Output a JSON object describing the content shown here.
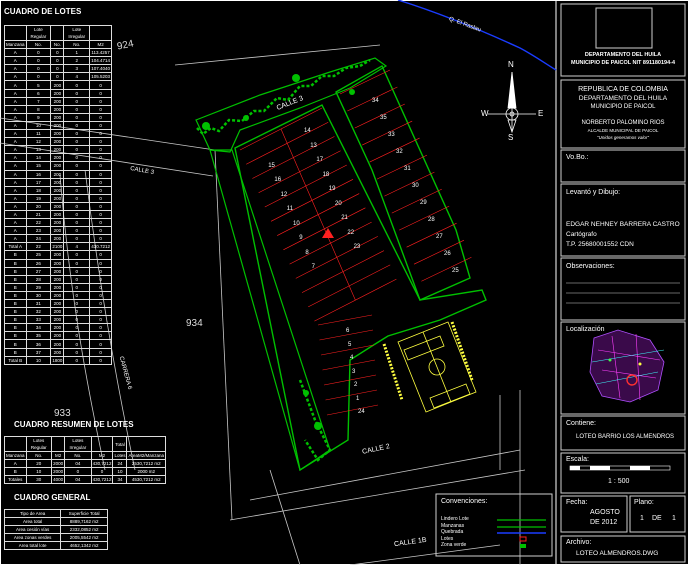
{
  "title_block": {
    "dept_line1": "DEPARTAMENTO DEL HUILA",
    "dept_line2": "MUNICIPIO DE PAICOL NIT 891180194-4",
    "country": "REPUBLICA DE COLOMBIA",
    "dept": "DEPARTAMENTO DEL HUILA",
    "municipality": "MUNICIPIO DE PAICOL",
    "mayor": "NORBERTO PALOMINO RIOS",
    "mayor_role": "ALCALDE MUNICIPAL DE PAICOL",
    "slogan": "\"Unidos generamos valor\"",
    "vobo_label": "Vo.Bo.:",
    "survey_label": "Levantó y Dibujo:",
    "surveyor": "EDGAR NEHNEY BARRERA CASTRO",
    "surveyor_role": "Cartógrafo",
    "surveyor_id": "T.P. 25680001552 CDN",
    "obs_label": "Observaciones:",
    "loc_label": "Localización",
    "content_label": "Contiene:",
    "content_value": "LOTEO BARRIO LOS ALMENDROS",
    "scale_label": "Escala:",
    "scale_value": "1 : 500",
    "date_label": "Fecha:",
    "date_month": "AGOSTO",
    "date_year": "DE 2012",
    "sheet_label": "Plano:",
    "sheet_num": "1",
    "sheet_de": "DE",
    "sheet_total": "1",
    "file_label": "Archivo:",
    "file_value": "LOTEO ALMENDROS.DWG"
  },
  "cuadro_lotes": {
    "title": "CUADRO DE LOTES",
    "header_top": [
      "",
      "Lote Regular",
      "",
      "Lote Irregular",
      ""
    ],
    "header_sub": [
      "Manzana",
      "No.",
      "No.",
      "No.",
      "M2"
    ],
    "rows": [
      [
        "A",
        "0",
        "0",
        "1",
        "113.4257"
      ],
      [
        "A",
        "0",
        "0",
        "2",
        "104.4714"
      ],
      [
        "A",
        "0",
        "0",
        "3",
        "107.4040"
      ],
      [
        "A",
        "0",
        "0",
        "4",
        "105.5203"
      ],
      [
        "A",
        "5",
        "200",
        "0",
        "0"
      ],
      [
        "A",
        "6",
        "200",
        "0",
        "0"
      ],
      [
        "A",
        "7",
        "200",
        "0",
        "0"
      ],
      [
        "A",
        "8",
        "200",
        "0",
        "0"
      ],
      [
        "A",
        "9",
        "200",
        "0",
        "0"
      ],
      [
        "A",
        "10",
        "200",
        "0",
        "0"
      ],
      [
        "A",
        "11",
        "200",
        "0",
        "0"
      ],
      [
        "A",
        "12",
        "200",
        "0",
        "0"
      ],
      [
        "A",
        "13",
        "200",
        "0",
        "0"
      ],
      [
        "A",
        "14",
        "200",
        "0",
        "0"
      ],
      [
        "A",
        "15",
        "200",
        "0",
        "0"
      ],
      [
        "A",
        "16",
        "200",
        "0",
        "0"
      ],
      [
        "A",
        "17",
        "200",
        "0",
        "0"
      ],
      [
        "A",
        "18",
        "200",
        "0",
        "0"
      ],
      [
        "A",
        "19",
        "200",
        "0",
        "0"
      ],
      [
        "A",
        "20",
        "200",
        "0",
        "0"
      ],
      [
        "A",
        "21",
        "200",
        "0",
        "0"
      ],
      [
        "A",
        "22",
        "200",
        "0",
        "0"
      ],
      [
        "A",
        "23",
        "200",
        "0",
        "0"
      ],
      [
        "A",
        "24",
        "200",
        "0",
        "0"
      ],
      [
        "Total A",
        "22",
        "2100",
        "4",
        "430.7212"
      ],
      [
        "B",
        "25",
        "200",
        "0",
        "0"
      ],
      [
        "B",
        "26",
        "200",
        "0",
        "0"
      ],
      [
        "B",
        "27",
        "200",
        "0",
        "0"
      ],
      [
        "B",
        "28",
        "200",
        "0",
        "0"
      ],
      [
        "B",
        "29",
        "200",
        "0",
        "0"
      ],
      [
        "B",
        "30",
        "200",
        "0",
        "0"
      ],
      [
        "B",
        "31",
        "200",
        "0",
        "0"
      ],
      [
        "B",
        "32",
        "200",
        "0",
        "0"
      ],
      [
        "B",
        "33",
        "200",
        "0",
        "0"
      ],
      [
        "B",
        "34",
        "200",
        "0",
        "0"
      ],
      [
        "B",
        "35",
        "200",
        "0",
        "0"
      ],
      [
        "B",
        "36",
        "200",
        "0",
        "0"
      ],
      [
        "B",
        "37",
        "200",
        "0",
        "0"
      ],
      [
        "Total B",
        "10",
        "1800",
        "0",
        "0"
      ]
    ]
  },
  "cuadro_resumen": {
    "title": "CUADRO RESUMEN DE LOTES",
    "header_top": [
      "",
      "Lotes Regular",
      "",
      "Lotes Irregular",
      "",
      "Total",
      ""
    ],
    "header_sub": [
      "Manzana",
      "No.",
      "M2",
      "No.",
      "M2",
      "Lotes",
      "AreaM2/Manzana"
    ],
    "rows": [
      [
        "A",
        "20",
        "2000",
        "04",
        "430,7212",
        "24",
        "2530,7212 m2"
      ],
      [
        "B",
        "10",
        "2000",
        "0",
        "0",
        "10",
        "2000 m2"
      ],
      [
        "Totales",
        "30",
        "4000",
        "04",
        "430,7212",
        "34",
        "4530,7212 m2"
      ]
    ]
  },
  "cuadro_general": {
    "title": "CUADRO GENERAL",
    "header": [
      "Tipo de Area",
      "Superficie Total"
    ],
    "rows": [
      [
        "Area total",
        "8889,7162 m2"
      ],
      [
        "Area cesión vías",
        "2332,0852 m2"
      ],
      [
        "Area zonas verdes",
        "2005,5542 m2"
      ],
      [
        "Area total lote",
        "4652,1342 m2"
      ]
    ]
  },
  "convenciones": {
    "title": "Convenciones:",
    "items": [
      {
        "label": "Lindero Lote",
        "color": "#00c000"
      },
      {
        "label": "Manzanas",
        "color": "#00c000"
      },
      {
        "label": "Quebrada",
        "color": "#1a3cff"
      },
      {
        "label": "Lotes",
        "color": "#ff2020"
      },
      {
        "label": "Zona verde",
        "color": "#00c000"
      }
    ]
  },
  "map": {
    "calle3_top": "CALLE 3",
    "calle3_left": "CALLE 3",
    "calle2": "CALLE 2",
    "calle1b": "CALLE 1B",
    "carrera": "CARRERA 6",
    "quebrada": "Q. El Raslau",
    "elev1": "924",
    "elev2": "934",
    "elev3": "933",
    "north": "N",
    "south": "S",
    "east": "E",
    "west": "W",
    "block_left_numbers": [
      "14",
      "15",
      "13",
      "16",
      "17",
      "12",
      "18",
      "11",
      "19",
      "10",
      "20",
      "9",
      "21",
      "8",
      "22",
      "7",
      "23",
      "6",
      "5",
      "4",
      "3",
      "2",
      "1",
      "24"
    ],
    "block_right_numbers": [
      "34",
      "35",
      "33",
      "32",
      "31",
      "30",
      "29",
      "28",
      "27",
      "26",
      "25"
    ]
  },
  "colors": {
    "lot_line": "#ff2020",
    "green": "#00c000",
    "road": "#d0d0d0",
    "creek": "#1a3cff",
    "court": "#ffff40"
  }
}
